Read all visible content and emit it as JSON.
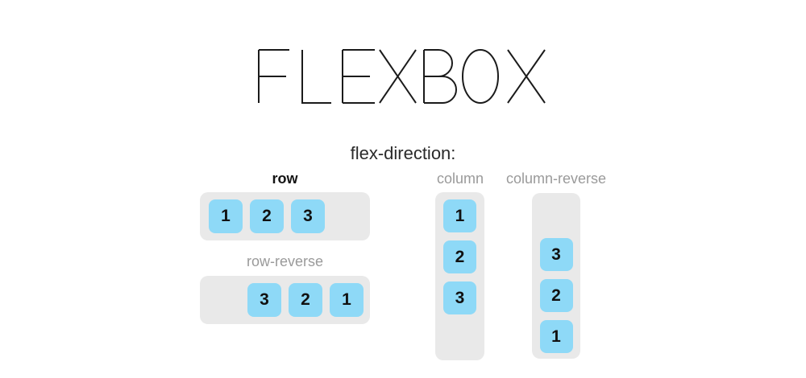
{
  "title": "FLEXBOX",
  "subtitle": "flex-direction:",
  "colors": {
    "item_blue": "#8ED9F7",
    "container_gray": "#E9E9E9",
    "label_gray": "#9A9A9A",
    "title_ink": "#1B1B1B",
    "number_ink": "#111111"
  },
  "sections": {
    "row": {
      "label": "row",
      "items": [
        "1",
        "2",
        "3"
      ]
    },
    "row_reverse": {
      "label": "row-reverse",
      "items": [
        "3",
        "2",
        "1"
      ]
    },
    "column": {
      "label": "column",
      "items": [
        "1",
        "2",
        "3"
      ]
    },
    "column_reverse": {
      "label": "column-reverse",
      "items": [
        "3",
        "2",
        "1"
      ]
    }
  }
}
